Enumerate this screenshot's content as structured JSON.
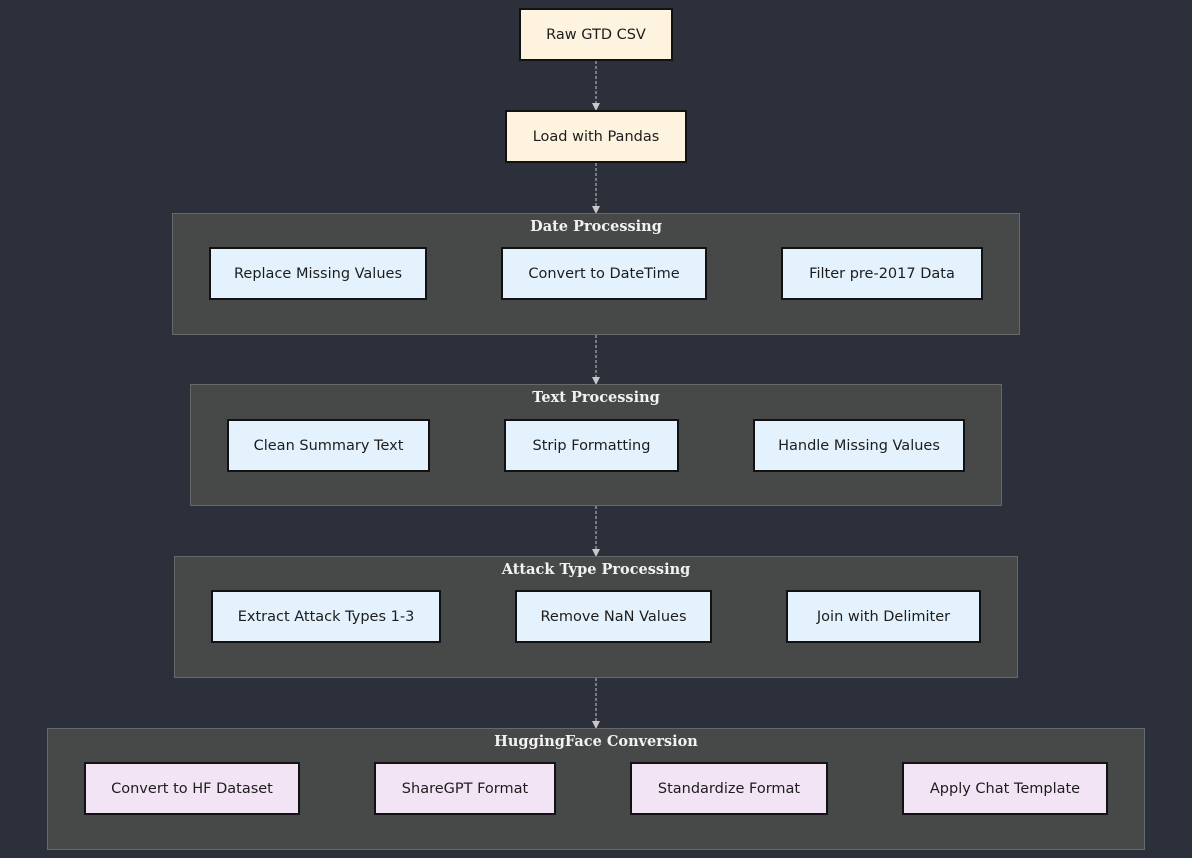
{
  "nodes": {
    "raw_csv": "Raw GTD CSV",
    "load_pandas": "Load with Pandas"
  },
  "groups": {
    "date": {
      "title": "Date Processing",
      "steps": [
        "Replace Missing Values",
        "Convert to DateTime",
        "Filter pre-2017 Data"
      ]
    },
    "text": {
      "title": "Text Processing",
      "steps": [
        "Clean Summary Text",
        "Strip Formatting",
        "Handle Missing Values"
      ]
    },
    "attack": {
      "title": "Attack Type Processing",
      "steps": [
        "Extract Attack Types 1-3",
        "Remove NaN Values",
        "Join with Delimiter"
      ]
    },
    "hf": {
      "title": "HuggingFace Conversion",
      "steps": [
        "Convert to HF Dataset",
        "ShareGPT Format",
        "Standardize Format",
        "Apply Chat Template"
      ]
    }
  },
  "colors": {
    "background": "#2b303b",
    "group_fill": "#474948",
    "source_node": "#fef3df",
    "process_node": "#e3f2fc",
    "conversion_node": "#f2e4f4",
    "edge": "#c8c8c8"
  }
}
